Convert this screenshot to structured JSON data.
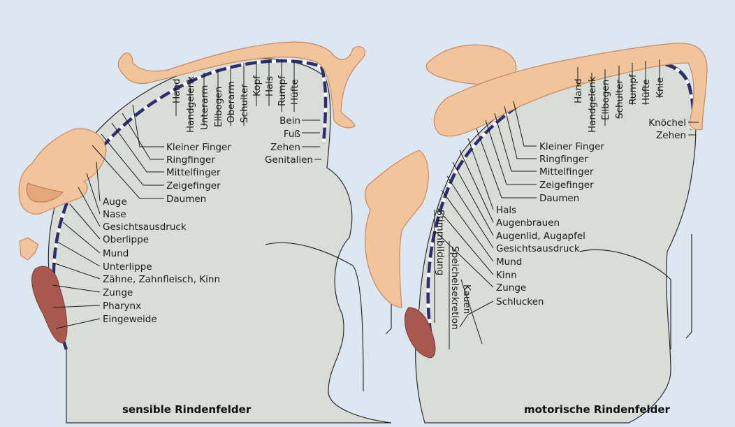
{
  "panels": [
    {
      "caption": "sensible Rindenfelder",
      "top_labels": [
        "Hand",
        "Handgelenk",
        "Unterarm",
        "Ellbogen",
        "Oberarm",
        "Schulter",
        "Kopf",
        "Hals",
        "Rumpf",
        "Hüfte"
      ],
      "right_labels": [
        "Bein",
        "Fuß",
        "Zehen",
        "Genitalien"
      ],
      "side_labels": [
        "Kleiner Finger",
        "Ringfinger",
        "Mittelfinger",
        "Zeigefinger",
        "Daumen"
      ],
      "lower_labels": [
        "Auge",
        "Nase",
        "Gesichtsausdruck",
        "Oberlippe",
        "Mund",
        "Unterlippe",
        "Zähne, Zahnfleisch, Kinn",
        "Zunge",
        "Pharynx",
        "Eingeweide"
      ]
    },
    {
      "caption": "motorische Rindenfelder",
      "top_labels": [
        "Hand",
        "Handgelenk",
        "Ellbogen",
        "Schulter",
        "Rumpf",
        "Hüfte",
        "Knie"
      ],
      "right_labels": [
        "Knöchel",
        "Zehen"
      ],
      "side_labels": [
        "Kleiner Finger",
        "Ringfinger",
        "Mittelfinger",
        "Zeigefinger",
        "Daumen"
      ],
      "lower_labels": [
        "Hals",
        "Augenbrauen",
        "Augenlid, Augapfel",
        "Gesichtsausdruck",
        "Mund",
        "Kinn",
        "Zunge",
        "Schlucken"
      ],
      "rotated_labels": [
        "Stimmbildung",
        "Speichelsekretion",
        "Kauen"
      ]
    }
  ],
  "colors": {
    "background": "#dde7f1",
    "brain": "#d8ddd8",
    "cortex_band": "#2a2f6e",
    "skin": "#f2c49b",
    "tongue": "#a8584f"
  }
}
